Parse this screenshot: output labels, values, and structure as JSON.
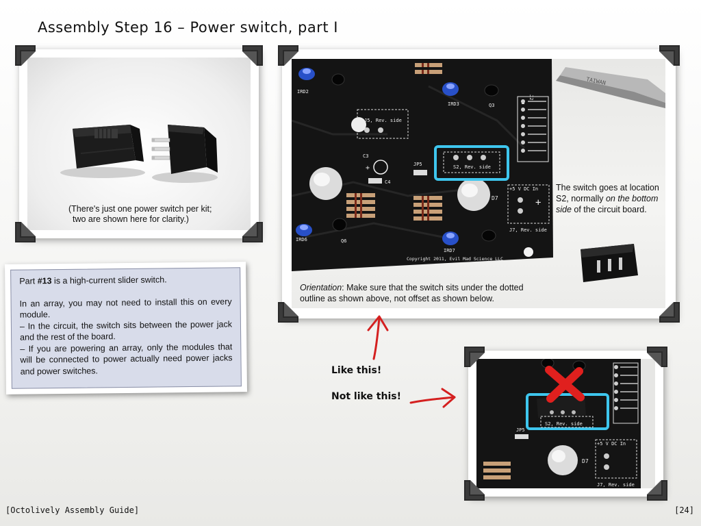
{
  "slide": {
    "title": "Assembly Step 16 – Power switch, part I",
    "footer_left": "[Octolively Assembly Guide]",
    "footer_right": "[24]"
  },
  "photo_switches": {
    "caption_line1": "(There's just one power switch per kit;",
    "caption_line2": "two are shown here for clarity.)"
  },
  "photo_board": {
    "side_text_line1": "The switch goes at location",
    "side_text_line2_plain": "S2, normally ",
    "side_text_line2_italic": "on the bottom",
    "side_text_line3_italic": "side",
    "side_text_line3_plain": " of the circuit board.",
    "orientation_label": "Orientation",
    "orientation_text": ": Make sure that the switch sits under the dotted outline as shown above, not offset as shown below.",
    "silk": {
      "s2": "S2, Rev. side",
      "j5": "J5, Rev. side",
      "j7": "J7, Rev. side",
      "power": "+5 V DC In",
      "copyright": "Copyright 2011, Evil Mad Science LLC",
      "ird2": "IRD2",
      "ird3": "IRD3",
      "q3": "Q3",
      "j2": "J2",
      "jp5": "JP5",
      "c3": "C3",
      "c4": "C4",
      "d7": "D7",
      "ird6": "IRD6",
      "q6": "Q6",
      "ird7": "IRD7",
      "taiwan": "TAIWAN"
    }
  },
  "photo_wrong": {
    "silk_s2": "S2, Rev. side",
    "silk_jp5": "JP5",
    "silk_power": "+5 V DC In",
    "silk_j7": "J7, Rev. side",
    "silk_d7": "D7"
  },
  "labels": {
    "like_this": "Like this!",
    "not_like_this": "Not like this!"
  },
  "note": {
    "line1_pre": "Part ",
    "line1_bold": "#13",
    "line1_post": " is a high-current slider switch.",
    "para2": "In an array, you may not need to install this on every module.",
    "para3": "– In the circuit, the switch sits between the power jack and the rest of the board.",
    "para4": "– If you are powering an array, only the modules that will be connected to power actually need power jacks and power switches."
  },
  "colors": {
    "highlight_box": "#3ec6ee",
    "arrow_red": "#d42020",
    "x_mark": "#e0201e",
    "note_bg": "#d8dcea",
    "board": "#141414"
  },
  "icons": [
    "frame-corner-icon",
    "red-arrow-icon",
    "red-x-icon"
  ]
}
